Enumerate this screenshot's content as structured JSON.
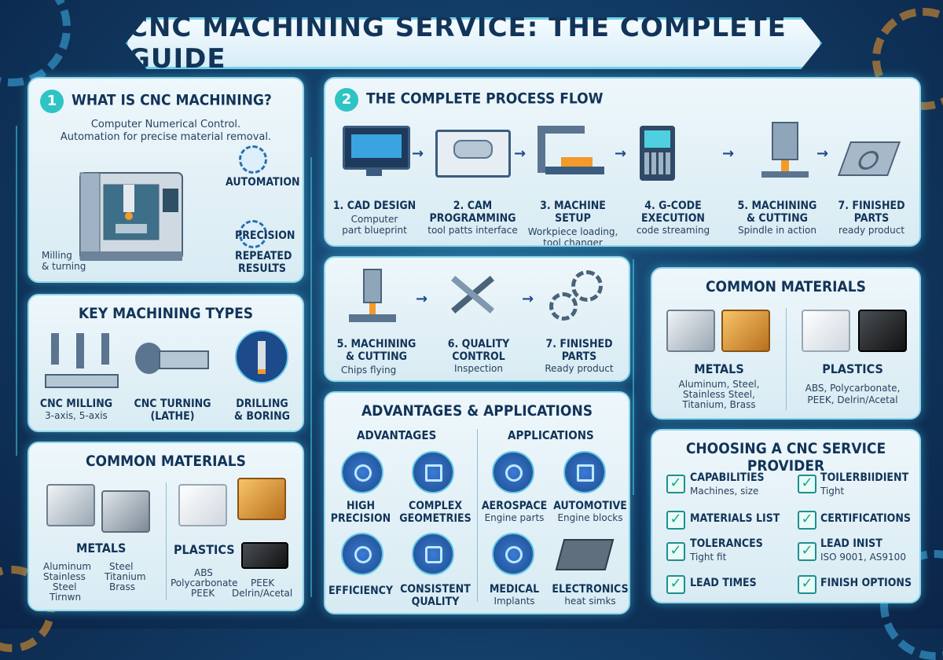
{
  "title": "CNC MACHINING SERVICE: THE COMPLETE GUIDE",
  "what": {
    "num": "1",
    "title": "WHAT IS CNC MACHINING?",
    "desc1": "Computer Numerical Control.",
    "desc2": "Automation for precise material removal.",
    "automation": "AUTOMATION",
    "precision": "PRECISION",
    "repeated1": "REPEATED",
    "repeated2": "RESULTS",
    "milling1": "Milling",
    "milling2": "& turning"
  },
  "process": {
    "num": "2",
    "title": "THE COMPLETE PROCESS FLOW",
    "steps": [
      {
        "l1": "1. CAD DESIGN",
        "l2": "",
        "s1": "Computer",
        "s2": "part blueprint"
      },
      {
        "l1": "2. CAM",
        "l2": "PROGRAMMING",
        "s1": "tool patts interface",
        "s2": ""
      },
      {
        "l1": "3. MACHINE SETUP",
        "l2": "",
        "s1": "Workpiece loading,",
        "s2": "tool changer"
      },
      {
        "l1": "4. G-CODE",
        "l2": "EXECUTION",
        "s1": "code streaming",
        "s2": ""
      },
      {
        "l1": "5. MACHINING",
        "l2": "& CUTTING",
        "s1": "Spindle in action",
        "s2": ""
      },
      {
        "l1": "7. FINISHED",
        "l2": "PARTS",
        "s1": "ready product",
        "s2": ""
      }
    ],
    "steps2": [
      {
        "l1": "5. MACHINING",
        "l2": "& CUTTING",
        "s1": "Chips flying"
      },
      {
        "l1": "6. QUALITY",
        "l2": "CONTROL",
        "s1": "Inspection"
      },
      {
        "l1": "7. FINISHED",
        "l2": "PARTS",
        "s1": "Ready product"
      }
    ]
  },
  "types": {
    "title": "KEY MACHINING TYPES",
    "milling": "CNC MILLING",
    "milling_sub": "3-axis, 5-axis",
    "turning1": "CNC TURNING",
    "turning2": "(LATHE)",
    "drilling1": "DRILLING",
    "drilling2": "& BORING"
  },
  "materials_left": {
    "title": "COMMON MATERIALS",
    "metals": "METALS",
    "metals_items": [
      "Aluminum",
      "Stainless",
      "Steel",
      "Tirnwn"
    ],
    "metals_items2": [
      "Steel",
      "Titanium",
      "Brass"
    ],
    "plastics": "PLASTICS",
    "plastics_items": [
      "ABS",
      "Polycarbonate",
      "PEEK"
    ],
    "plastics_items2": [
      "PEEK",
      "Delrin/Acetal"
    ]
  },
  "materials_right": {
    "title": "COMMON MATERIALS",
    "metals": "METALS",
    "metals_desc": [
      "Aluminum, Steel,",
      "Stainless Steel,",
      "Titanium, Brass"
    ],
    "plastics": "PLASTICS",
    "plastics_desc": [
      "ABS, Polycarbonate,",
      "PEEK, Delrin/Acetal"
    ]
  },
  "adv": {
    "title": "ADVANTAGES & APPLICATIONS",
    "advantages": "ADVANTAGES",
    "applications": "APPLICATIONS",
    "items": [
      {
        "l1": "HIGH",
        "l2": "PRECISION"
      },
      {
        "l1": "COMPLEX",
        "l2": "GEOMETRIES"
      },
      {
        "l1": "EFFICIENCY",
        "l2": ""
      },
      {
        "l1": "CONSISTENT",
        "l2": "QUALITY"
      }
    ],
    "apps": [
      {
        "l1": "AEROSPACE",
        "s": "Engine parts"
      },
      {
        "l1": "AUTOMOTIVE",
        "s": "Engine blocks"
      },
      {
        "l1": "MEDICAL",
        "s": "Implants"
      },
      {
        "l1": "ELECTRONICS",
        "s": "heat simks"
      }
    ]
  },
  "provider": {
    "title": "CHOOSING A CNC SERVICE PROVIDER",
    "items": [
      {
        "l": "CAPABILITIES",
        "s": "Machines, size"
      },
      {
        "l": "TOILERBIIDIENT",
        "s": "Tight"
      },
      {
        "l": "MATERIALS LIST",
        "s": ""
      },
      {
        "l": "CERTIFICATIONS",
        "s": ""
      },
      {
        "l": "TOLERANCES",
        "s": "Tight fit"
      },
      {
        "l": "LEAD INIST",
        "s": "ISO 9001, AS9100"
      },
      {
        "l": "LEAD TIMES",
        "s": ""
      },
      {
        "l": "FINISH OPTIONS",
        "s": ""
      }
    ]
  },
  "colors": {
    "accent": "#2fc4c4",
    "navy": "#123459",
    "orange": "#f39a2a"
  }
}
